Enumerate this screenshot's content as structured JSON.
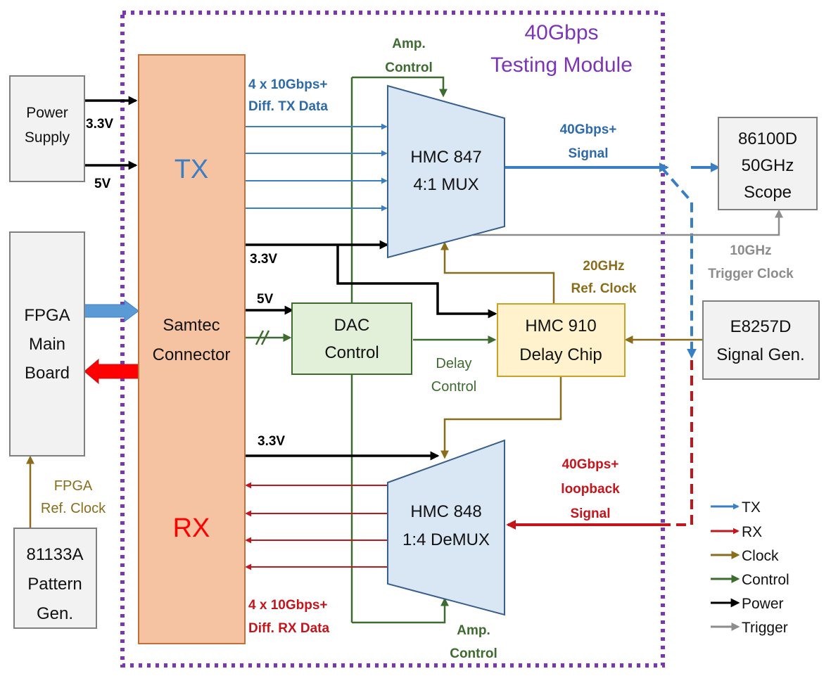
{
  "colors": {
    "tx": "#3a7fc4",
    "rx": "#c4151c",
    "clock": "#8a6d1c",
    "control": "#3d6b30",
    "power": "#000000",
    "trigger": "#8c8c8c",
    "module_border": "#7b35b5",
    "samtec_fill": "#f6c3a2",
    "mux_fill": "#d9e6f4",
    "dac_fill": "#e2efd9",
    "delay_fill": "#fff2cc",
    "external_fill": "#f2f2f2"
  },
  "module": {
    "title_line1": "40Gbps",
    "title_line2": "Testing Module"
  },
  "blocks": {
    "power_supply": {
      "line1": "Power",
      "line2": "Supply"
    },
    "fpga": {
      "line1": "FPGA",
      "line2": "Main",
      "line3": "Board"
    },
    "pattern_gen": {
      "line1": "81133A",
      "line2": "Pattern",
      "line3": "Gen."
    },
    "samtec": {
      "tx": "TX",
      "line1": "Samtec",
      "line2": "Connector",
      "rx": "RX"
    },
    "mux": {
      "line1": "HMC 847",
      "line2": "4:1 MUX"
    },
    "demux": {
      "line1": "HMC 848",
      "line2": "1:4 DeMUX"
    },
    "dac": {
      "line1": "DAC",
      "line2": "Control"
    },
    "delay": {
      "line1": "HMC 910",
      "line2": "Delay Chip"
    },
    "scope": {
      "line1": "86100D",
      "line2": "50GHz",
      "line3": "Scope"
    },
    "siggen": {
      "line1": "E8257D",
      "line2": "Signal Gen."
    }
  },
  "labels": {
    "v33_supply": "3.3V",
    "v5_supply": "5V",
    "tx_data_1": "4 x 10Gbps+",
    "tx_data_2": "Diff. TX Data",
    "amp_top_1": "Amp.",
    "amp_top_2": "Control",
    "signal_40_1": "40Gbps+",
    "signal_40_2": "Signal",
    "v33_mux": "3.3V",
    "v5_dac": "5V",
    "trigger_1": "10GHz",
    "trigger_2": "Trigger Clock",
    "ref20_1": "20GHz",
    "ref20_2": "Ref. Clock",
    "delay_ctl_1": "Delay",
    "delay_ctl_2": "Control",
    "v33_demux": "3.3V",
    "loop_1": "40Gbps+",
    "loop_2": "loopback",
    "loop_3": "Signal",
    "fpga_ref_1": "FPGA",
    "fpga_ref_2": "Ref. Clock",
    "rx_data_1": "4 x 10Gbps+",
    "rx_data_2": "Diff. RX Data",
    "amp_bot_1": "Amp.",
    "amp_bot_2": "Control"
  },
  "legend": [
    {
      "label": "TX",
      "color": "#3a7fc4"
    },
    {
      "label": "RX",
      "color": "#c4151c"
    },
    {
      "label": "Clock",
      "color": "#8a6d1c"
    },
    {
      "label": "Control",
      "color": "#3d6b30"
    },
    {
      "label": "Power",
      "color": "#000000"
    },
    {
      "label": "Trigger",
      "color": "#8c8c8c"
    }
  ]
}
